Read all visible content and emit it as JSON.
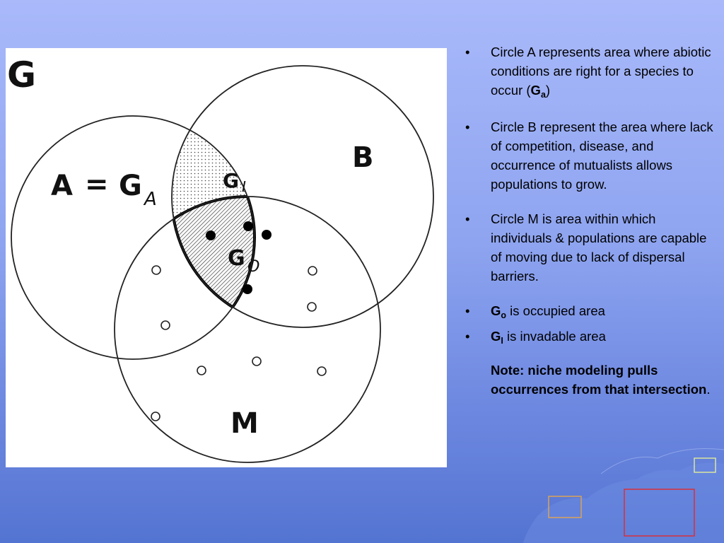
{
  "diagram": {
    "labels": {
      "g": "G",
      "a": "A",
      "equals": "=",
      "ga_g": "G",
      "ga_sub": "A",
      "b": "B",
      "m": "M",
      "gi_g": "G",
      "gi_sub": "I",
      "go_g": "G",
      "go_sub": "O"
    }
  },
  "bullets": {
    "item1": {
      "text": "Circle A represents area where abiotic conditions are right for a species to occur (",
      "sym": "G",
      "sub": "a",
      "after": ")"
    },
    "item2": {
      "text": "Circle B represent the area where lack of competition, disease, and occurrence of mutualists allows populations to grow."
    },
    "item3": {
      "text": "Circle M is area within which individuals & populations are capable of moving due to lack of dispersal barriers."
    },
    "item4": {
      "sym": "G",
      "sub": "o",
      "text": " is occupied area"
    },
    "item5": {
      "sym": "G",
      "sub": "I",
      "text": " is invadable area"
    },
    "note": {
      "text": "Note:  niche modeling pulls occurrences from that intersection",
      "after": "."
    },
    "marker": "•"
  },
  "colors": {
    "background_top": "#a9b9fa",
    "background_bottom": "#5474d2",
    "text": "#000000"
  }
}
